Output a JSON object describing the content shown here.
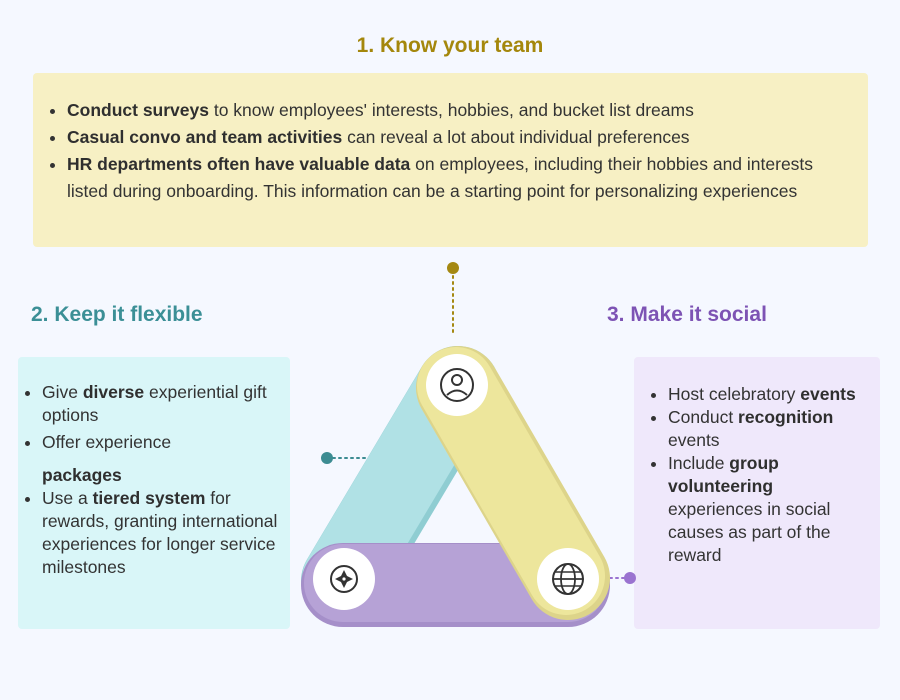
{
  "sections": {
    "know": {
      "title": "1. Know your team",
      "items": [
        {
          "bold": "Conduct surveys",
          "text": " to know employees' interests, hobbies, and bucket list dreams"
        },
        {
          "bold": "Casual convo and team activities",
          "text": " can reveal a lot about individual preferences"
        },
        {
          "bold": "HR departments often have valuable data",
          "text": " on employees, including their hobbies and interests listed during onboarding. This information can be a starting point for personalizing experiences"
        }
      ]
    },
    "flexible": {
      "title": "2. Keep it flexible",
      "items": [
        {
          "pre": "Give ",
          "bold": "diverse",
          "post": " experiential gift options"
        },
        {
          "pre": "Offer experience",
          "bold": "packages",
          "post": ""
        },
        {
          "pre": "Use a ",
          "bold": "tiered system",
          "post": " for rewards, granting international experiences for longer service milestones"
        }
      ]
    },
    "social": {
      "title": "3. Make it social",
      "items": [
        {
          "pre": "Host celebratory ",
          "bold": "events",
          "post": ""
        },
        {
          "pre": "Conduct ",
          "bold": "recognition",
          "post": " events"
        },
        {
          "pre": "Include ",
          "bold": "group volunteering",
          "post": " experiences in social causes as part of the reward"
        }
      ]
    }
  },
  "icons": {
    "top": "user-icon",
    "left": "compass-icon",
    "right": "globe-icon"
  },
  "colors": {
    "yellow_title": "#a4870c",
    "teal_title": "#3b8f96",
    "purple_title": "#7d53b4",
    "yellow_box": "#f7f0c4",
    "teal_box": "#d9f6f8",
    "purple_box": "#efe8fb",
    "yellow_band": "#ece59a",
    "teal_band": "#a9dfe3",
    "purple_band": "#b4a0d4",
    "connector_yellow": "#a48812",
    "connector_teal": "#3c8c92",
    "connector_purple": "#9a73d0"
  }
}
